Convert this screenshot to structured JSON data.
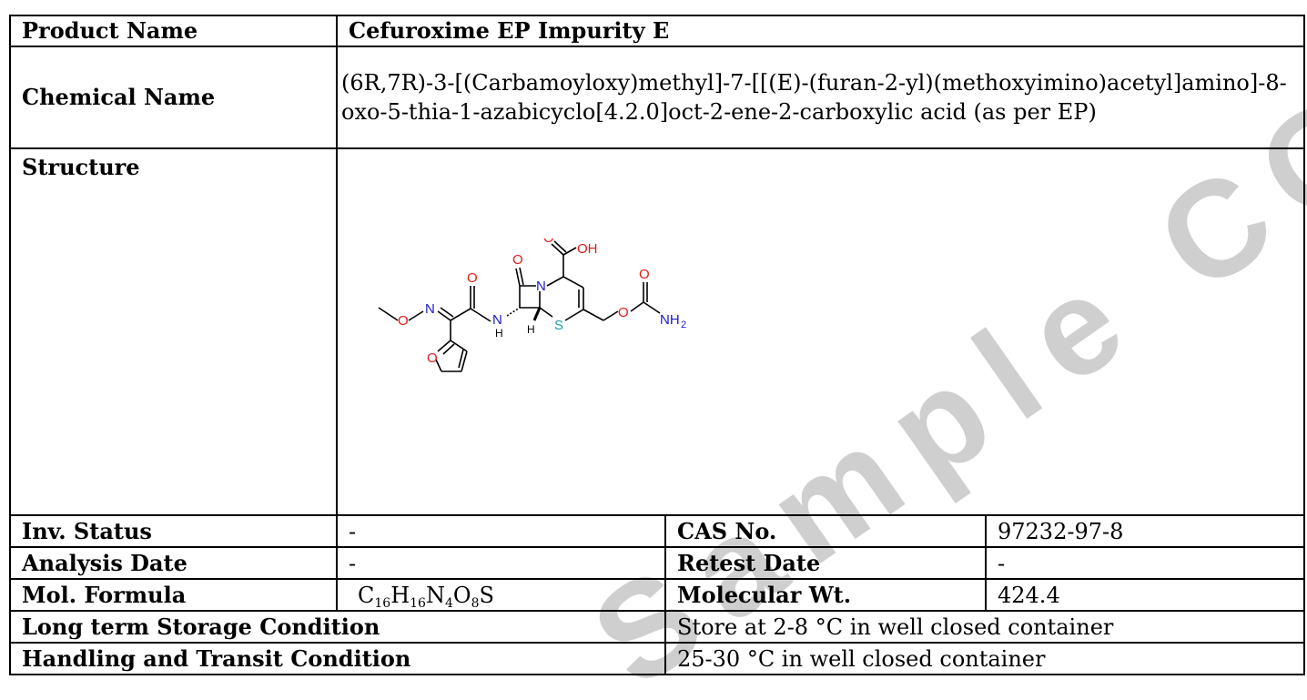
{
  "rows": {
    "product": {
      "label": "Product Name",
      "value": "Cefuroxime EP Impurity E"
    },
    "chemical": {
      "label": "Chemical Name",
      "value": "(6R,7R)-3-[(Carbamoyloxy)methyl]-7-[[(E)-(furan-2-yl)(methoxyimino)acetyl]amino]-8-oxo-5-thia-1-azabicyclo[4.2.0]oct-2-ene-2-carboxylic acid (as per EP)"
    },
    "structure": {
      "label": "Structure",
      "atoms": {
        "O": "O",
        "OH": "OH",
        "N": "N",
        "NH": "N",
        "H_nh": "H",
        "H": "H",
        "S": "S",
        "NH2": "NH",
        "sub2": "2"
      }
    },
    "inv_status": {
      "label": "Inv. Status",
      "value": "-",
      "label2": "CAS No.",
      "value2": "97232-97-8"
    },
    "analysis_date": {
      "label": "Analysis Date",
      "value": "-",
      "label2": "Retest Date",
      "value2": "-"
    },
    "mol_formula": {
      "label": "Mol. Formula",
      "formula": {
        "c": "C",
        "c_n": "16",
        "h": "H",
        "h_n": "16",
        "n": "N",
        "n_n": "4",
        "o": "O",
        "o_n": "8",
        "s": "S"
      },
      "label2": "Molecular Wt.",
      "value2": "424.4"
    },
    "storage": {
      "label": "Long term Storage Condition",
      "value": "Store at 2-8 °C in well closed container"
    },
    "handling": {
      "label": "Handling and Transit Condition",
      "value": "25-30 °C in well closed container"
    }
  },
  "watermark": {
    "text": "Sample COA",
    "color": "#c8c8c8"
  },
  "colors": {
    "oxygen": "#e31a1a",
    "nitrogen": "#1a1acc",
    "sulfur": "#1a9e9e",
    "border": "#000000"
  }
}
